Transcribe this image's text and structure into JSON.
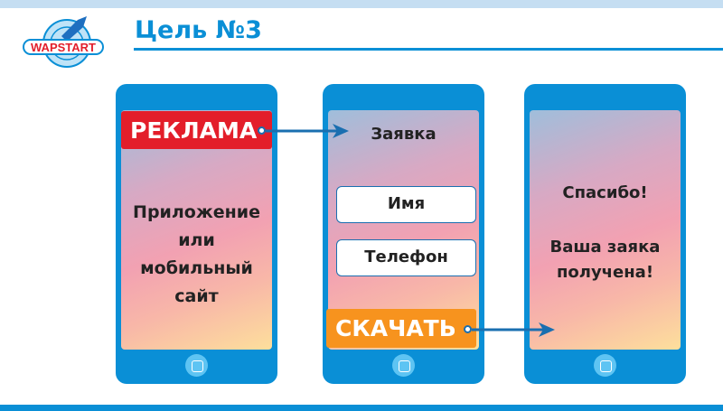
{
  "logo": {
    "text": "WAPSTART"
  },
  "header": {
    "title": "Цель №3"
  },
  "phones": [
    {
      "ad_label": "РЕКЛАМА",
      "body": [
        "Приложение",
        "или",
        "мобильный",
        "сайт"
      ]
    },
    {
      "heading": "Заявка",
      "fields": [
        "Имя",
        "Телефон"
      ],
      "button": "СКАЧАТЬ"
    },
    {
      "line1": "Спасибо!",
      "line2": [
        "Ваша заяка",
        "получена!"
      ]
    }
  ],
  "colors": {
    "blue": "#0a8fd6",
    "red": "#e31e2a",
    "orange": "#f7931e"
  }
}
